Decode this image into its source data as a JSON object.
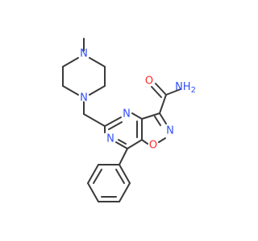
{
  "labels": {
    "methyl_carbon": "",
    "piperazine_n_top": "N",
    "piperazine_n_bottom": "N",
    "pyrimidine_n_top": "N",
    "pyrimidine_n_bottom": "N",
    "isoxazole_n": "N",
    "isoxazole_o": "O",
    "amide_o": "O",
    "amide_nh2": "NH",
    "amide_nh2_sub": "2"
  },
  "colors": {
    "bond": "#3a3a3a",
    "nitrogen": "#3050f8",
    "oxygen": "#ff2a2a",
    "background": "#ffffff"
  }
}
